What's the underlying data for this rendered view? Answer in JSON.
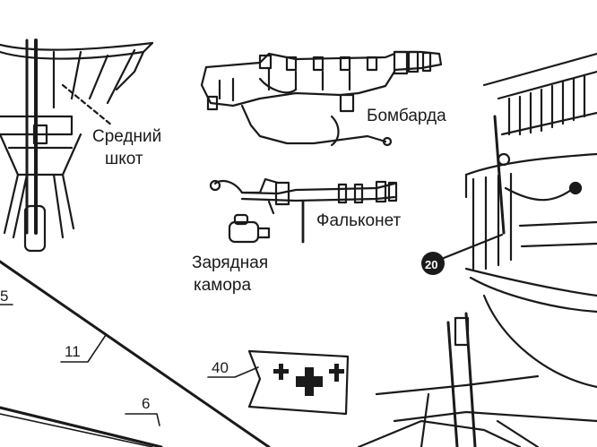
{
  "labels": {
    "bombarda": "Бомбарда",
    "falconet": "Фальконет",
    "chamber_line1": "Зарядная",
    "chamber_line2": "камора",
    "mid_sheet_line1": "Средний",
    "mid_sheet_line2": "шкот"
  },
  "callouts": {
    "n5": "5",
    "n11": "11",
    "n6": "6",
    "n40": "40",
    "n20": "20"
  }
}
